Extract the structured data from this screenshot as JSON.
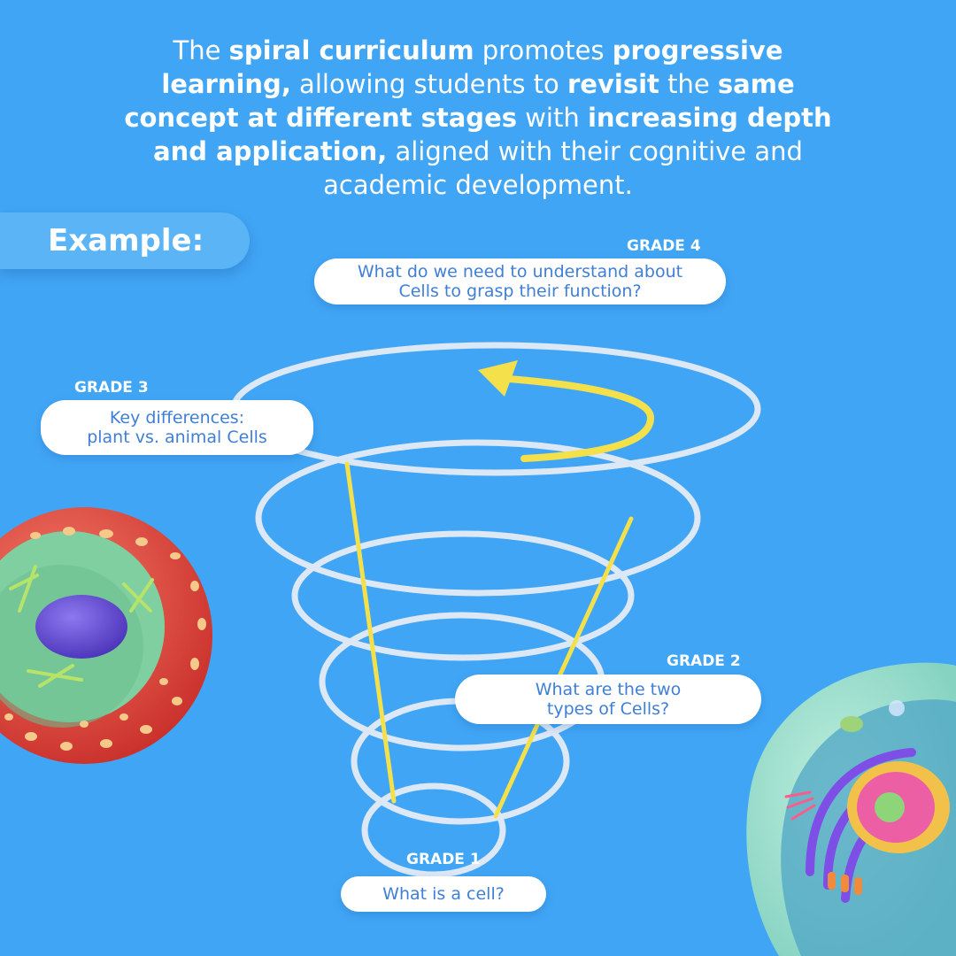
{
  "headline": {
    "line1": [
      {
        "text": "The ",
        "bold": false
      },
      {
        "text": "spiral curriculum",
        "bold": true
      },
      {
        "text": " promotes ",
        "bold": false
      },
      {
        "text": "progressive",
        "bold": true
      }
    ],
    "line2": [
      {
        "text": "learning,",
        "bold": true
      },
      {
        "text": " allowing students to ",
        "bold": false
      },
      {
        "text": "revisit",
        "bold": true
      },
      {
        "text": " the ",
        "bold": false
      },
      {
        "text": "same",
        "bold": true
      }
    ],
    "line3": [
      {
        "text": "concept at different stages",
        "bold": true
      },
      {
        "text": " with ",
        "bold": false
      },
      {
        "text": "increasing depth",
        "bold": true
      }
    ],
    "line4": [
      {
        "text": "and application,",
        "bold": true
      },
      {
        "text": " aligned with their cognitive and",
        "bold": false
      }
    ],
    "line5": [
      {
        "text": "academic development.",
        "bold": false
      }
    ]
  },
  "example_label": "Example:",
  "grades": [
    {
      "label": "GRADE 4",
      "question_lines": [
        "What do we need to understand about",
        "Cells to grasp their function?"
      ]
    },
    {
      "label": "GRADE 3",
      "question_lines": [
        "Key differences:",
        "plant vs. animal Cells"
      ]
    },
    {
      "label": "GRADE 2",
      "question_lines": [
        "What are the two",
        "types of Cells?"
      ]
    },
    {
      "label": "GRADE 1",
      "question_lines": [
        "What is a cell?"
      ]
    }
  ],
  "colors": {
    "background": "#41a5f5",
    "text_white": "#ffffff",
    "question_text": "#3f7fd6",
    "spiral_ring": "#dde8f6",
    "arrow_yellow": "#f3e04b",
    "cell_red": "#e8453c",
    "cell_green": "#7fcfa0",
    "nucleus_purple": "#6a4fd6"
  },
  "icons": {
    "arrow": "curved-arrow-icon",
    "left_illustration": "animal-cell-illustration",
    "right_illustration": "plant-cell-illustration"
  }
}
